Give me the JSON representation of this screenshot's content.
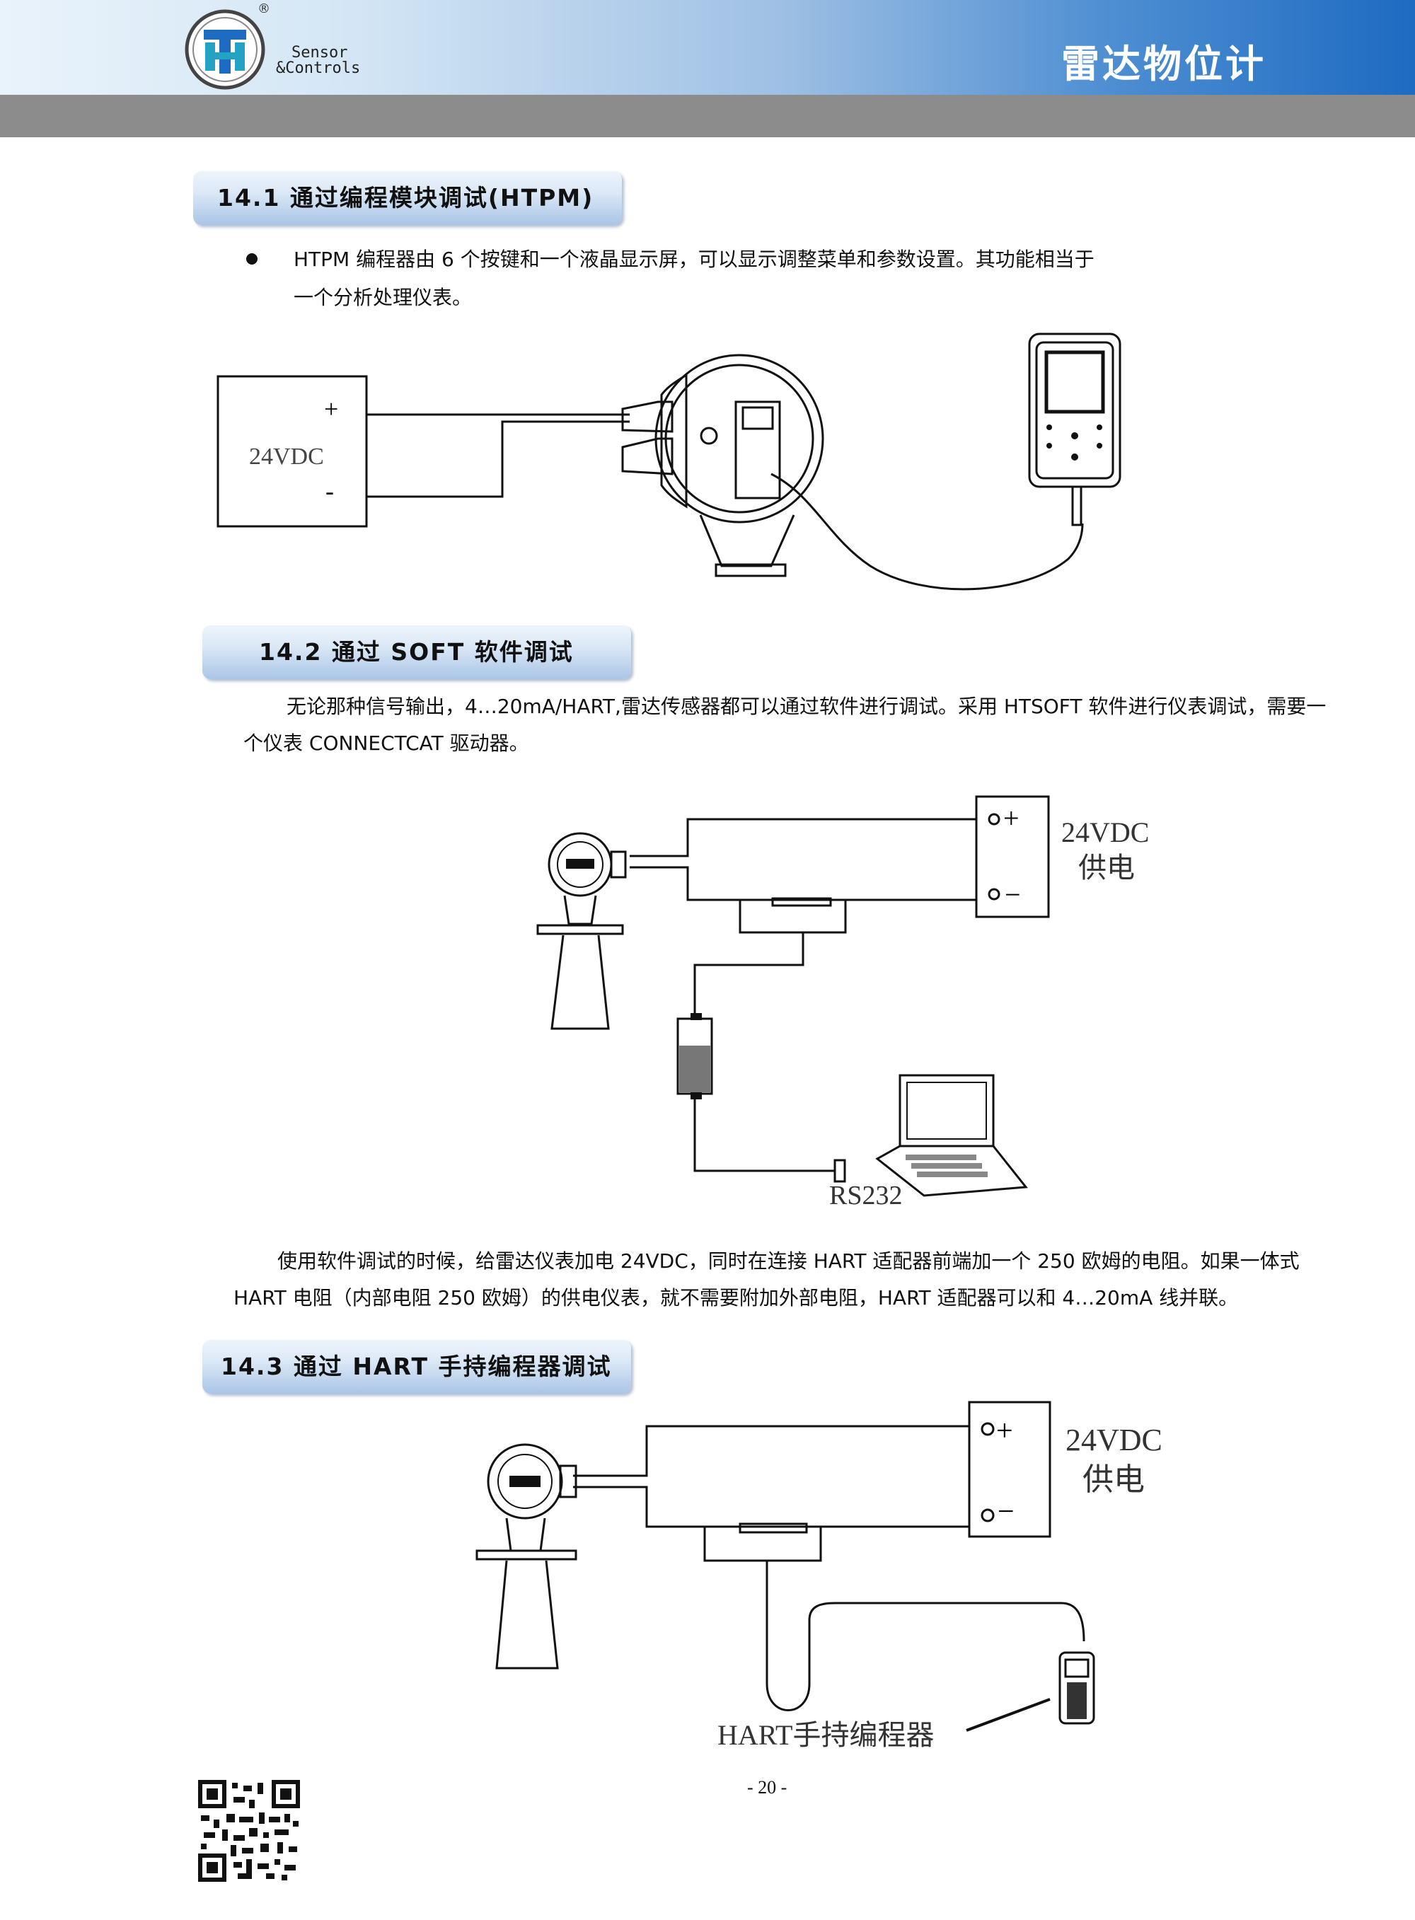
{
  "header": {
    "logo_text_line1": "Sensor",
    "logo_text_line2": "&Controls",
    "registered_mark": "®",
    "title": "雷达物位计",
    "brand_color": "#1e6bc2"
  },
  "sections": [
    {
      "heading": "14.1 通过编程模块调试(HTPM)",
      "bullet_text_line1": "HTPM 编程器由 6 个按键和一个液晶显示屏，可以显示调整菜单和参数设置。其功能相当于",
      "bullet_text_line2": "一个分析处理仪表。",
      "diagram_labels": {
        "supply": "24VDC",
        "plus": "+",
        "minus": "-"
      }
    },
    {
      "heading": "14.2 通过 SOFT 软件调试",
      "paragraph_line1": "无论那种信号输出，4…20mA/HART,雷达传感器都可以通过软件进行调试。采用 HTSOFT 软件进行仪表调试，需要一",
      "paragraph_line2": "个仪表 CONNECTCAT 驱动器。",
      "diagram_labels": {
        "supply": "24VDC",
        "supply_sub": "供电",
        "port": "RS232",
        "plus": "+",
        "minus": "−"
      },
      "paragraph2_line1": "使用软件调试的时候，给雷达仪表加电 24VDC，同时在连接 HART 适配器前端加一个 250 欧姆的电阻。如果一体式",
      "paragraph2_line2": "HART 电阻（内部电阻 250 欧姆）的供电仪表，就不需要附加外部电阻，HART 适配器可以和 4…20mA 线并联。"
    },
    {
      "heading": "14.3 通过 HART 手持编程器调试",
      "diagram_labels": {
        "supply": "24VDC",
        "supply_sub": "供电",
        "handheld": "HART手持编程器",
        "plus": "+",
        "minus": "−"
      }
    }
  ],
  "footer": {
    "page_number": "- 20 -"
  }
}
